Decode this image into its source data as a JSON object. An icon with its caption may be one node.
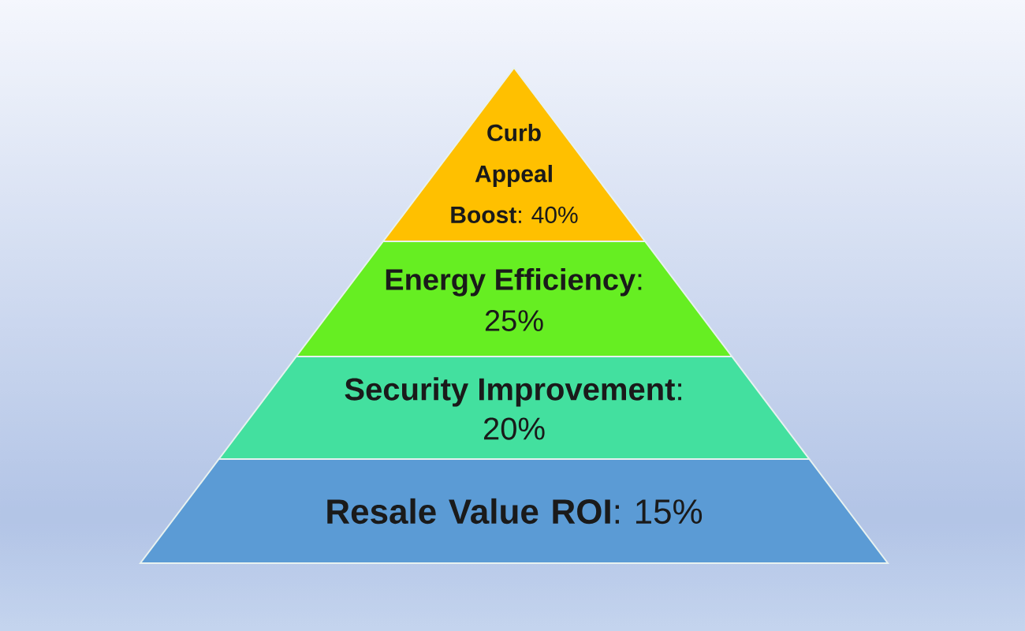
{
  "diagram": {
    "nodes": [
      {
        "text": [
          "**Curb Appeal Boost**: 40%"
        ]
      },
      {
        "text": [
          "**Energy Efficiency**: 25%"
        ]
      },
      {
        "text": [
          "**Security Improvement**: 20%"
        ]
      },
      {
        "text": [
          "**Resale Value ROI**: 15%"
        ]
      }
    ]
  }
}
